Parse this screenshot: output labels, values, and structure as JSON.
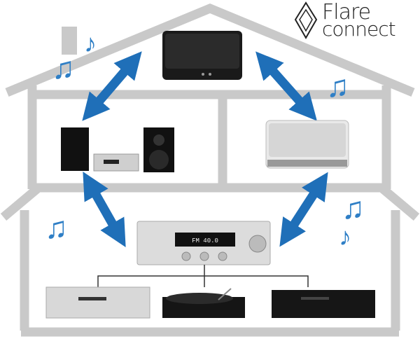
{
  "logo": {
    "line1": "Flare",
    "line2": "connect"
  },
  "receiver_display": "FM 40.0",
  "colors": {
    "house": "#c9c9c9",
    "arrow": "#1f6fb8",
    "note": "#2f7fc6"
  },
  "icons": [
    "music-note-icon",
    "diamond-logo-icon"
  ]
}
